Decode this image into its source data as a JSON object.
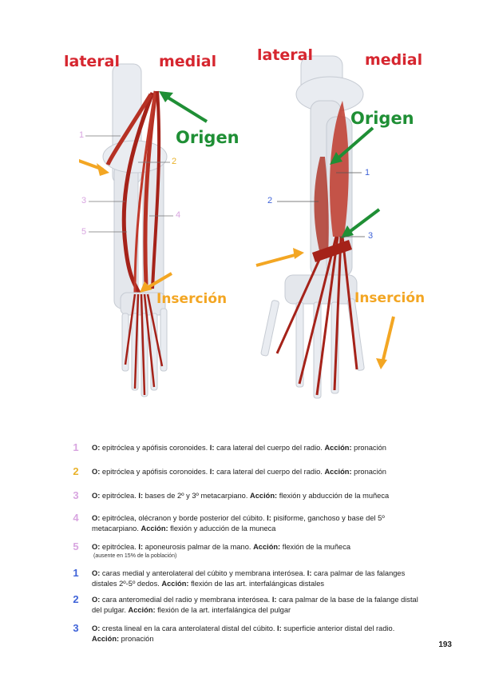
{
  "left_figure": {
    "label_lateral": "lateral",
    "label_medial": "medial",
    "label_origen": "Origen",
    "label_insercion": "Inserción",
    "numbers": [
      "1",
      "2",
      "3",
      "4",
      "5"
    ]
  },
  "right_figure": {
    "label_lateral": "lateral",
    "label_medial": "medial",
    "label_origen": "Origen",
    "label_insercion": "Inserción",
    "numbers": [
      "1",
      "2",
      "3"
    ]
  },
  "legend": [
    {
      "num": "1",
      "color": "#d8a5e0",
      "o": "O:",
      "o_text": " epitróclea y apófisis coronoides. ",
      "i": "I:",
      "i_text": " cara lateral del cuerpo del radio. ",
      "a": "Acción:",
      "a_text": " pronación",
      "note": ""
    },
    {
      "num": "2",
      "color": "#e9b22a",
      "o": "O:",
      "o_text": " epitróclea y apófisis coronoides. ",
      "i": "I:",
      "i_text": " cara lateral del cuerpo del radio. ",
      "a": "Acción:",
      "a_text": " pronación",
      "note": ""
    },
    {
      "num": "3",
      "color": "#d8a5e0",
      "o": "O:",
      "o_text": " epitróclea. ",
      "i": "I:",
      "i_text": " bases de 2º y 3º metacarpiano. ",
      "a": "Acción:",
      "a_text": " flexión y abducción de la muñeca",
      "note": ""
    },
    {
      "num": "4",
      "color": "#d8a5e0",
      "o": "O:",
      "o_text": " epitróclea, olécranon y borde posterior del cúbito. ",
      "i": "I:",
      "i_text": " pisiforme, ganchoso y base del 5º metacarpiano. ",
      "a": "Acción:",
      "a_text": " flexión y aducción de la muneca",
      "note": ""
    },
    {
      "num": "5",
      "color": "#d8a5e0",
      "o": "O:",
      "o_text": " epitróclea. ",
      "i": "I:",
      "i_text": " aponeurosis palmar de la mano. ",
      "a": "Acción:",
      "a_text": " flexión de la muñeca",
      "note": "(ausente en 15% de la población)"
    },
    {
      "num": "1",
      "color": "#3f63d8",
      "o": "O:",
      "o_text": " caras medial y anterolateral del cúbito y membrana interósea. ",
      "i": "I:",
      "i_text": " cara palmar de las falanges distales 2º-5º dedos. ",
      "a": "Acción:",
      "a_text": " flexión de las art. interfalángicas distales",
      "note": ""
    },
    {
      "num": "2",
      "color": "#3f63d8",
      "o": "O:",
      "o_text": " cara anteromedial del radio y membrana interósea. ",
      "i": "I:",
      "i_text": " cara palmar de la base de la falange distal del pulgar. ",
      "a": "Acción:",
      "a_text": " flexión de la art. interfalángica del pulgar",
      "note": ""
    },
    {
      "num": "3",
      "color": "#3f63d8",
      "o": "O:",
      "o_text": " cresta lineal en la cara anterolateral distal del cúbito. ",
      "i": "I:",
      "i_text": " superficie anterior distal del radio. ",
      "a": "Acción:",
      "a_text": " pronación",
      "note": ""
    }
  ],
  "page_number": "193"
}
